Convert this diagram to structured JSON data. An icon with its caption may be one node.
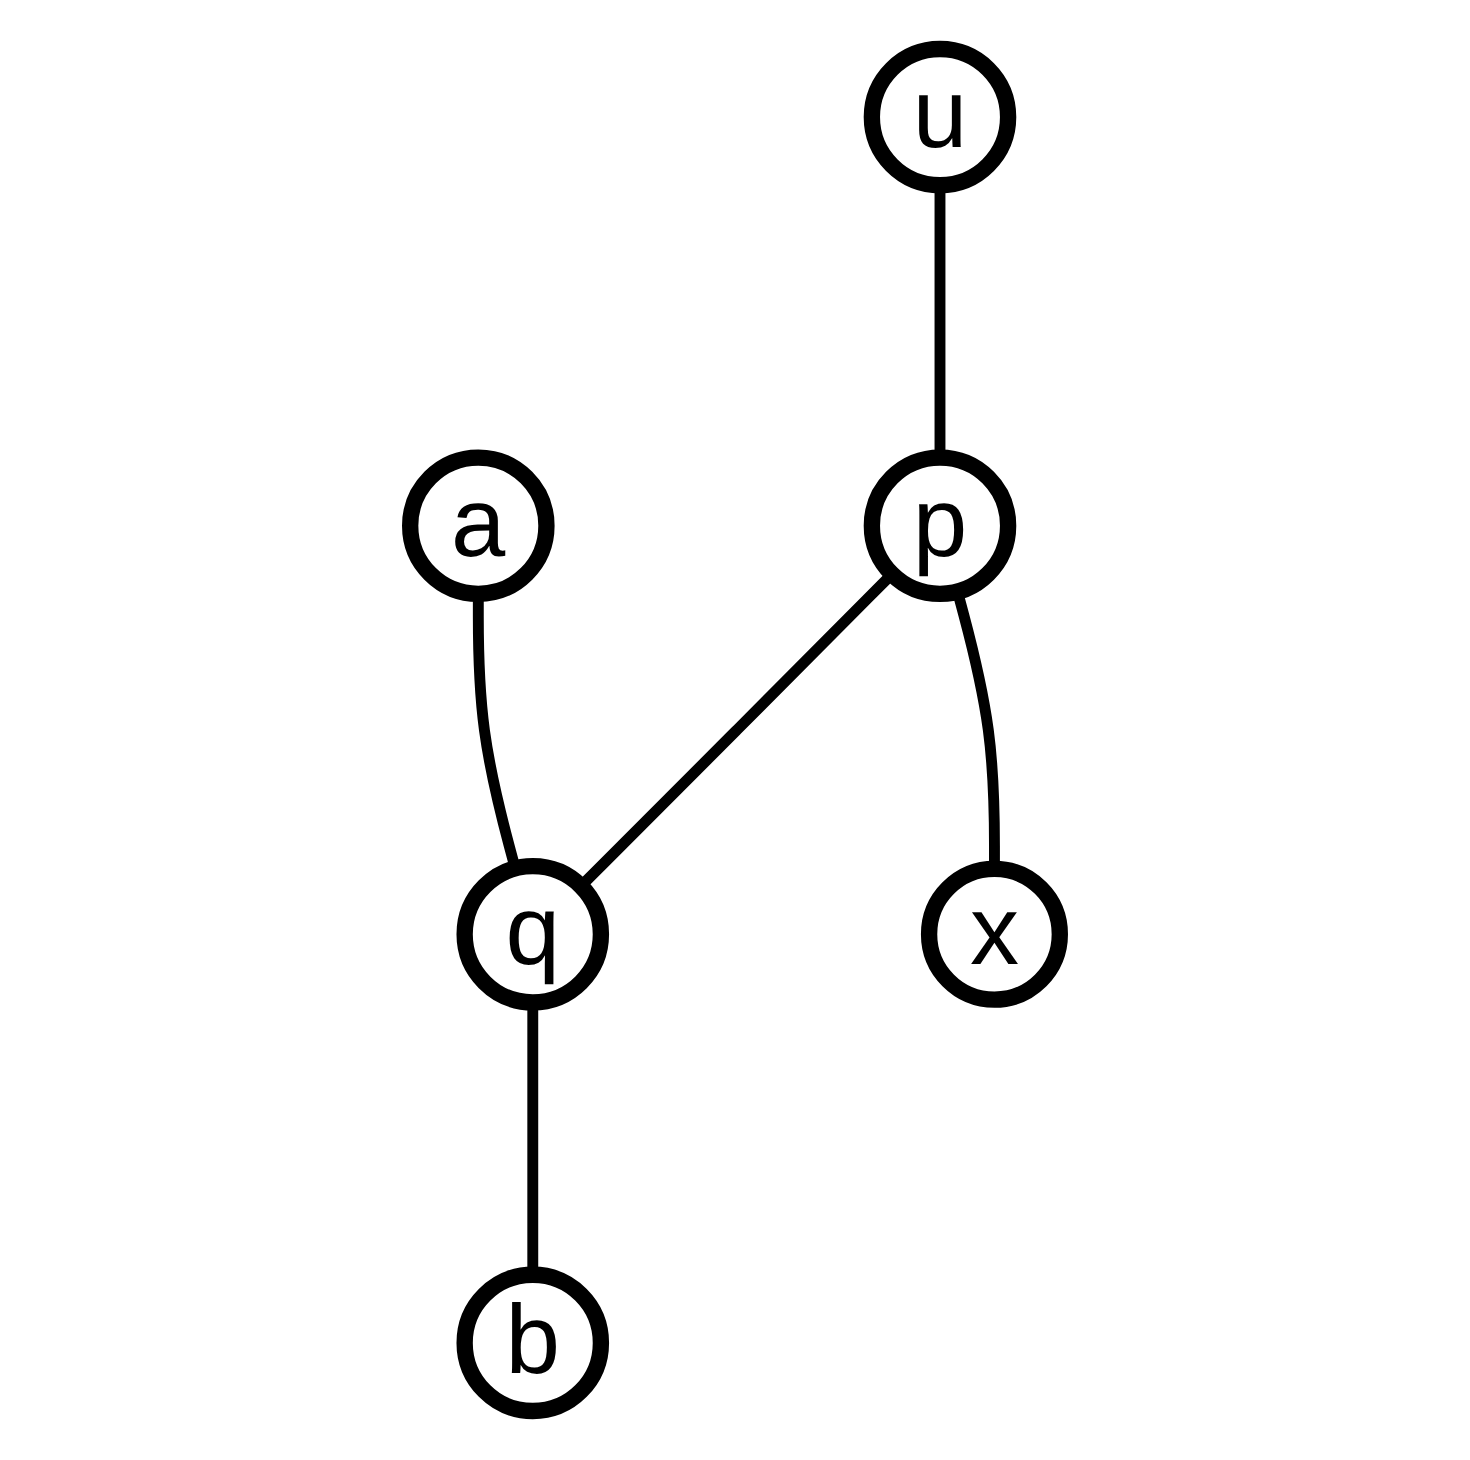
{
  "diagram": {
    "nodes": [
      {
        "text": [
          "u"
        ]
      },
      {
        "text": [
          "a"
        ]
      },
      {
        "text": [
          "p"
        ]
      },
      {
        "text": [
          "q"
        ]
      },
      {
        "text": [
          "x"
        ]
      },
      {
        "text": [
          "b"
        ]
      }
    ],
    "edges": [
      {
        "from": 0,
        "to": 2,
        "arrow": "none"
      },
      {
        "from": 2,
        "to": 4,
        "arrow": "none"
      },
      {
        "from": 1,
        "to": 3,
        "arrow": "none"
      },
      {
        "from": 3,
        "to": 5,
        "arrow": "none"
      },
      {
        "from": 2,
        "to": 3,
        "arrow": "none"
      }
    ]
  }
}
